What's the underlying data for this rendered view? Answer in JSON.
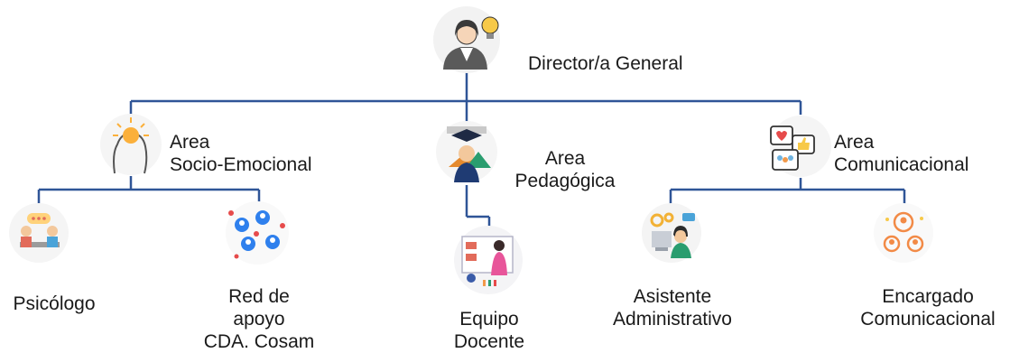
{
  "top": {
    "label": "Director/a General",
    "icon": "director-lightbulb-icon"
  },
  "areas": [
    {
      "line1": "Area",
      "line2": "Socio-Emocional",
      "icon": "head-lightbulb-icon"
    },
    {
      "line1": "Area",
      "line2": "Pedagógica",
      "icon": "graduate-books-icon"
    },
    {
      "line1": "Area",
      "line2": "Comunicacional",
      "icon": "social-feedback-icon"
    }
  ],
  "roles": {
    "psicologo": {
      "line1": "Psicólogo",
      "icon": "counseling-session-icon"
    },
    "red_apoyo": {
      "line1": "Red de",
      "line2": "apoyo",
      "line3": "CDA. Cosam",
      "icon": "support-network-icon"
    },
    "equipo_docente": {
      "line1": "Equipo",
      "line2": "Docente",
      "icon": "teacher-presentation-icon"
    },
    "asistente": {
      "line1": "Asistente",
      "line2": "Administrativo",
      "icon": "admin-assistant-icon"
    },
    "encargado": {
      "line1": "Encargado",
      "line2": "Comunicacional",
      "icon": "communication-network-icon"
    }
  },
  "colors": {
    "connector": "#2f5597",
    "text": "#1a1a1a"
  }
}
